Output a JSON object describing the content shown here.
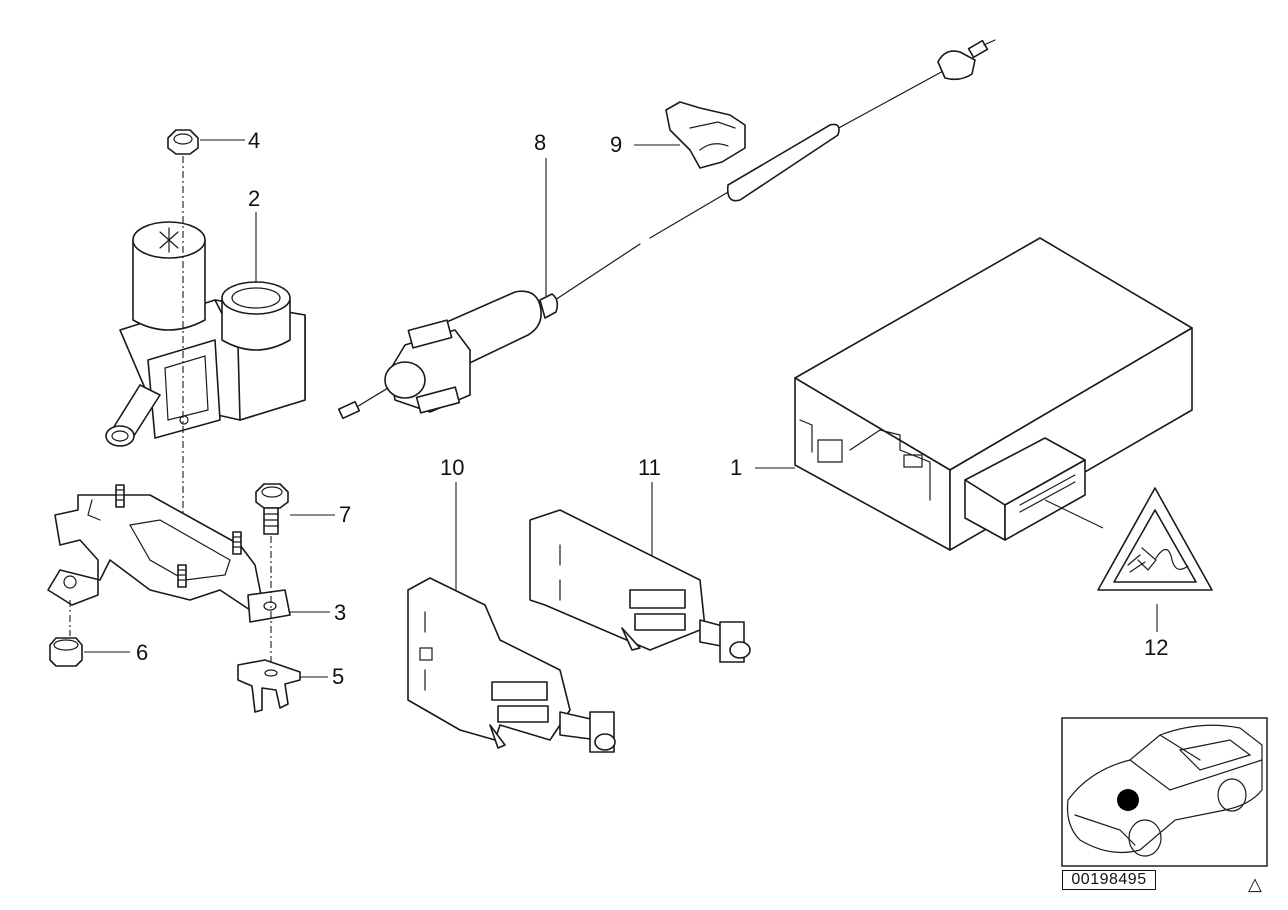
{
  "diagram": {
    "callouts": [
      "1",
      "2",
      "3",
      "4",
      "5",
      "6",
      "7",
      "8",
      "9",
      "10",
      "11",
      "12"
    ],
    "reference_number": "00198495",
    "corner_symbol": "△",
    "icons": {
      "warning": "warning-triangle-plug-icon",
      "car_locator": "car-locator-icon"
    }
  }
}
